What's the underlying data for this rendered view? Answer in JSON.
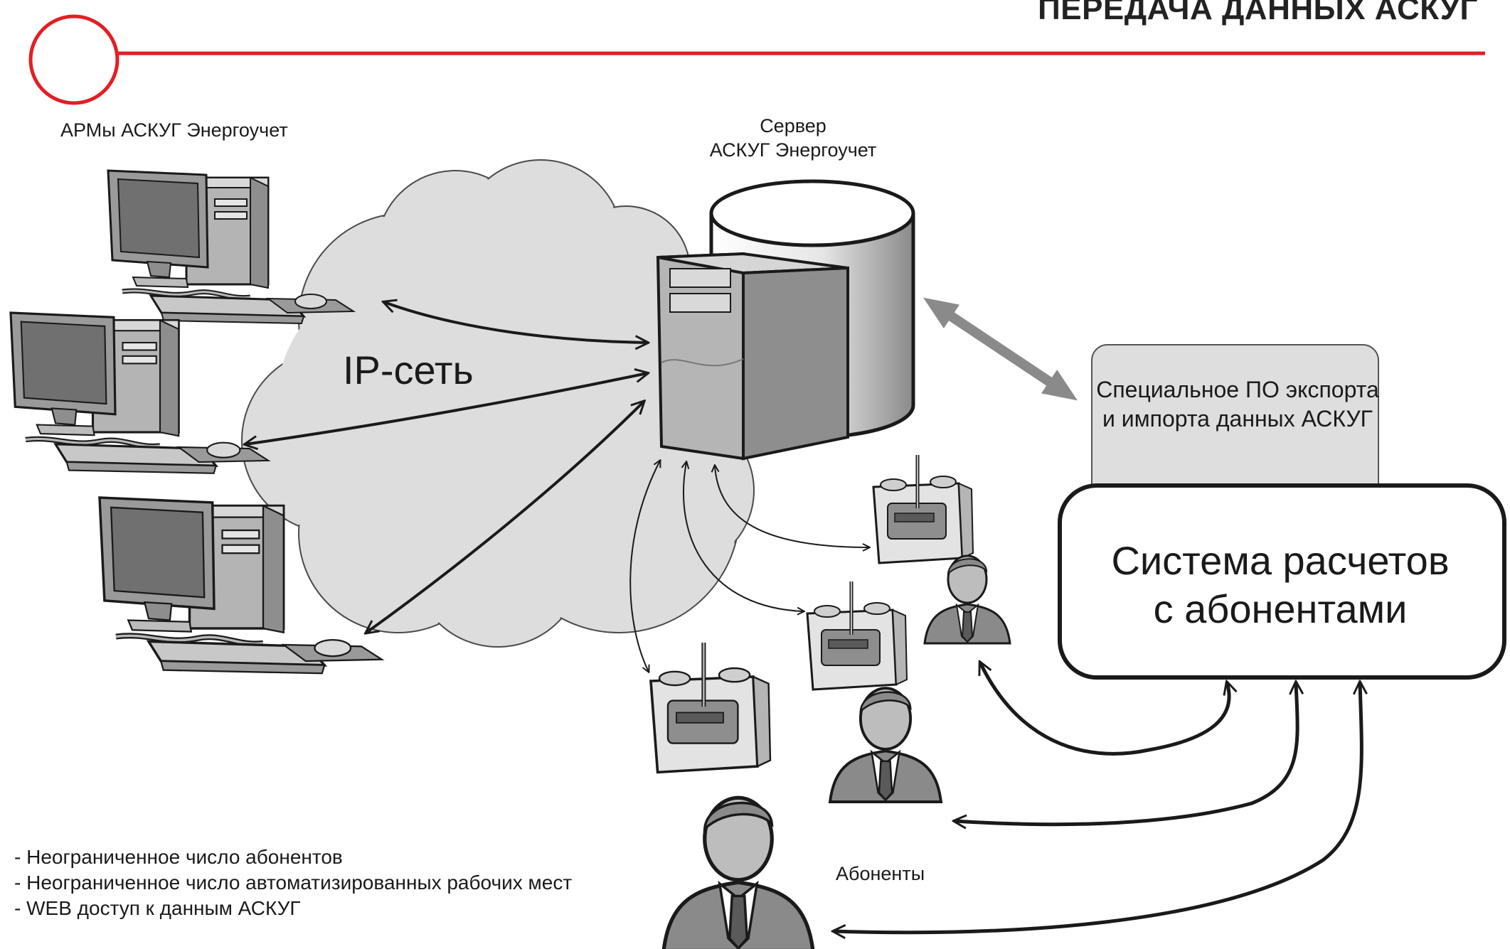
{
  "header": {
    "title": "ПЕРЕДАЧА ДАННЫХ АСКУГ"
  },
  "labels": {
    "workstations": "АРМы  АСКУГ Энергоучет",
    "server_line1": "Сервер",
    "server_line2": "АСКУГ Энергоучет",
    "ip_network": "IP-сеть",
    "special_software": "Специальное ПО экспорта и импорта данных АСКУГ",
    "billing_line1": "Система расчетов",
    "billing_line2": "с абонентами",
    "subscribers": "Абоненты"
  },
  "features": [
    "- Неограниченное число абонентов",
    "- Неограниченное число автоматизированных рабочих мест",
    "- WEB доступ к данным АСКУГ"
  ],
  "colors": {
    "accent": "#e31e24",
    "device_fill": "#a9a9a9",
    "cloud": "#dedede",
    "stroke": "#1a1a1a"
  },
  "icons": [
    "workstation-icon",
    "server-icon",
    "database-icon",
    "cloud-icon",
    "gas-meter-icon",
    "subscriber-icon"
  ]
}
